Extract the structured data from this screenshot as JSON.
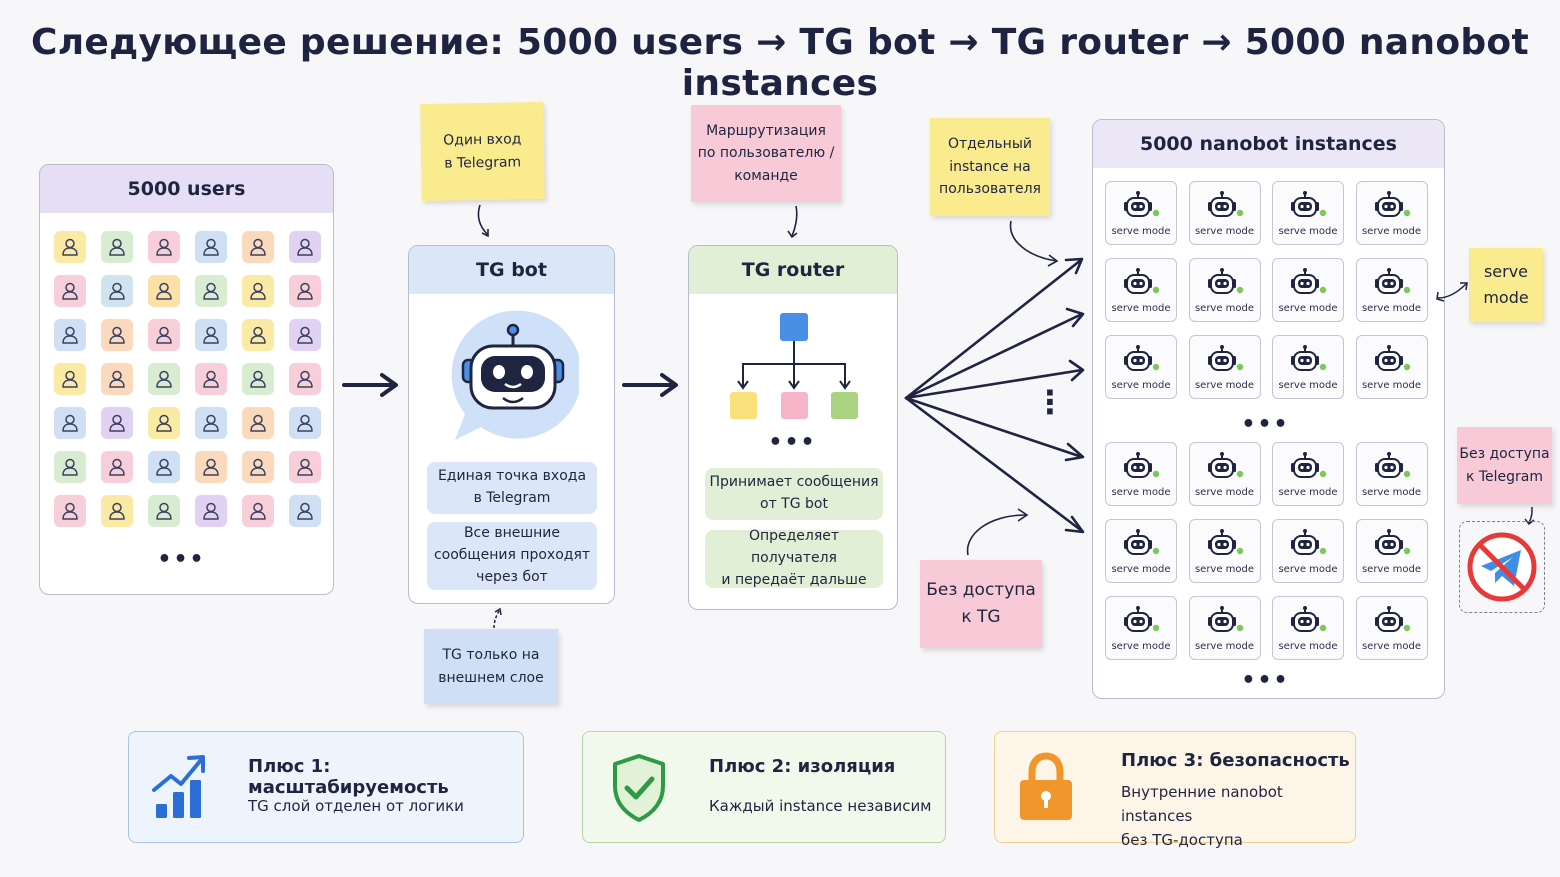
{
  "title": "Следующее решение: 5000 users → TG bot → TG router → 5000 nanobot instances",
  "users": {
    "title": "5000 users",
    "rows": [
      [
        "#fbeaa3",
        "#d8ecd2",
        "#f8cfd9",
        "#cfdff4",
        "#fbd9bd",
        "#e1d2f3"
      ],
      [
        "#f8cfd9",
        "#cfe4ee",
        "#fbe0a8",
        "#d8ecd2",
        "#fbeaa3",
        "#f8cfd9"
      ],
      [
        "#cfdff4",
        "#fbd9bd",
        "#f8cfd9",
        "#cfdff4",
        "#fbeaa3",
        "#e1d2f3"
      ],
      [
        "#fbeaa3",
        "#fbd9bd",
        "#d8ecd2",
        "#f8cfd9",
        "#d8ecd2",
        "#f8cfd9"
      ],
      [
        "#cfdff4",
        "#e1d2f3",
        "#fbeaa3",
        "#cfdff4",
        "#fbd9bd",
        "#cfdff4"
      ],
      [
        "#d8ecd2",
        "#f8cfd9",
        "#cfdff4",
        "#fbd9bd",
        "#fbd9bd",
        "#f8cfd9"
      ],
      [
        "#f8cfd9",
        "#fbeaa3",
        "#d8ecd2",
        "#e1d2f3",
        "#f8cfd9",
        "#cfdff4"
      ]
    ],
    "more": "•••"
  },
  "notes": {
    "bot_top": "Один вход\nв Telegram",
    "router_top": "Маршрутизация\nпо пользователю /\nкоманде",
    "instance_top": "Отдельный\ninstance на\nпользователя",
    "bot_bottom": "TG только на\nвнешнем слое",
    "no_tg": "Без доступа\nк TG",
    "serve_mode": "serve\nmode",
    "no_telegram": "Без доступа\nк Telegram"
  },
  "tg_bot": {
    "title": "TG bot",
    "pill1": "Единая точка входа\nв Telegram",
    "pill2": "Все внешние\nсообщения проходят\nчерез бот"
  },
  "tg_router": {
    "title": "TG router",
    "more": "•••",
    "pill1": "Принимает сообщения\nот TG bot",
    "pill2": "Определяет получателя\nи передаёт дальше"
  },
  "instances": {
    "title": "5000 nanobot instances",
    "label": "serve mode",
    "more": "•••"
  },
  "vertical_dots": "⋮",
  "cards": [
    {
      "title": "Плюс 1: масштабируемость",
      "text": "TG слой отделен от логики",
      "icon": "chart-growth-icon"
    },
    {
      "title": "Плюс 2: изоляция",
      "text": "Каждый instance независим",
      "icon": "shield-check-icon"
    },
    {
      "title": "Плюс 3: безопасность",
      "text": "Внутренние nanobot instances\nбез TG-доступа",
      "icon": "lock-icon"
    }
  ],
  "colors": {
    "users_head": "#e6ddf6",
    "bot_head": "#dbe7f8",
    "router_head": "#e1efd6",
    "instances_head": "#ece7f7",
    "card1": "#eef4fc",
    "card2": "#f1f8ec",
    "card3": "#fdf6e8"
  }
}
